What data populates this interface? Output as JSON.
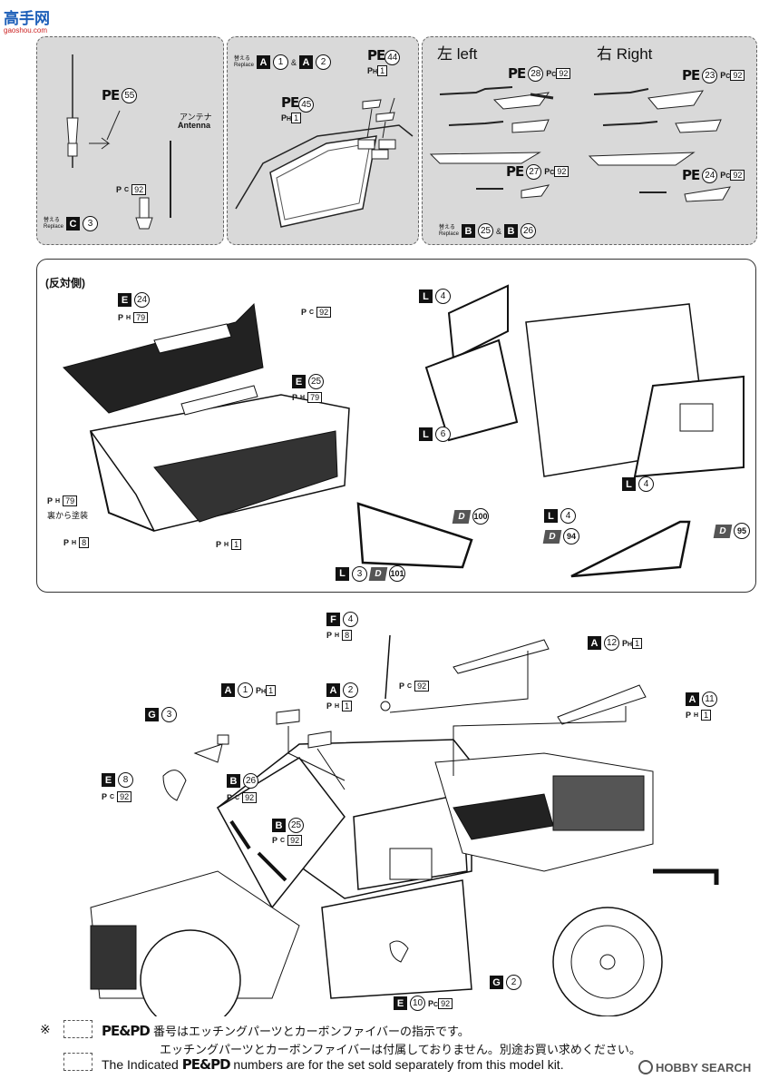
{
  "watermark": {
    "logo_text": "高手网",
    "url": "gaoshou.com"
  },
  "panel1": {
    "pe55": "PE",
    "pe55_num": "55",
    "antenna_jp": "アンテナ",
    "antenna_en": "Antenna",
    "pc": "P",
    "pc_sub": "C",
    "pc_num": "92",
    "replace_jp": "替える",
    "replace_en": "Replace",
    "replace_part": "C",
    "replace_num": "3"
  },
  "panel2": {
    "replace_jp": "替える",
    "replace_en": "Replace",
    "replace_a": "A",
    "replace_a1": "1",
    "amp": "&",
    "replace_a2": "2",
    "pe44": "PE",
    "pe44_num": "44",
    "ph44": "1",
    "pe45": "PE",
    "pe45_num": "45",
    "ph45": "1"
  },
  "panel3": {
    "left_label": "左 left",
    "right_label": "右 Right",
    "pe28": "PE",
    "pe28_num": "28",
    "pc28": "92",
    "pe23": "PE",
    "pe23_num": "23",
    "pc23": "92",
    "pe27": "PE",
    "pe27_num": "27",
    "pc27": "92",
    "pe24": "PE",
    "pe24_num": "24",
    "pc24": "92",
    "replace_jp": "替える",
    "replace_en": "Replace",
    "replace_b": "B",
    "replace_b1": "25",
    "amp": "&",
    "replace_b2": "26"
  },
  "panel4": {
    "opposite_side": "(反対側)",
    "e24": "E",
    "e24_num": "24",
    "ph79a": "79",
    "pc92": "92",
    "e25": "E",
    "e25_num": "25",
    "ph79b": "79",
    "ph79c": "79",
    "paint_back": "裏から塗装",
    "ph8": "8",
    "ph1": "1",
    "l4a": "L",
    "l4a_num": "4",
    "l6": "L",
    "l6_num": "6",
    "l4b": "L",
    "l4b_num": "4",
    "d100": "D",
    "d100_num": "100",
    "l3": "L",
    "l3_num": "3",
    "d101": "D",
    "d101_num": "101",
    "l4c": "L",
    "l4c_num": "4",
    "d94": "D",
    "d94_num": "94",
    "d95": "D",
    "d95_num": "95"
  },
  "main": {
    "f4": "F",
    "f4_num": "4",
    "ph8": "8",
    "pc92_ant": "92",
    "a12": "A",
    "a12_num": "12",
    "ph_a12": "1",
    "a11": "A",
    "a11_num": "11",
    "ph_a11": "1",
    "a1": "A",
    "a1_num": "1",
    "ph_a1": "1",
    "a2": "A",
    "a2_num": "2",
    "ph_a2": "1",
    "g3": "G",
    "g3_num": "3",
    "e8": "E",
    "e8_num": "8",
    "pc_e8": "92",
    "b26": "B",
    "b26_num": "26",
    "pc_b26": "92",
    "b25": "B",
    "b25_num": "25",
    "pc_b25": "92",
    "g2": "G",
    "g2_num": "2",
    "e10": "E",
    "e10_num": "10",
    "pc_e10": "92"
  },
  "footer": {
    "mark": "※",
    "line1_pe": "PE",
    "line1_amp": "&",
    "line1_pd": "PD",
    "line1_text": "番号はエッチングパーツとカーボンファイバーの指示です。",
    "line2_text": "エッチングパーツとカーボンファイバーは付属しておりません。別途お買い求めください。",
    "line3_pre": "The Indicated",
    "line3_pe": "PE",
    "line3_amp": "&",
    "line3_pd": "PD",
    "line3_text": "numbers are for the set sold separately from this model kit.",
    "brand": "HOBBY SEARCH"
  }
}
